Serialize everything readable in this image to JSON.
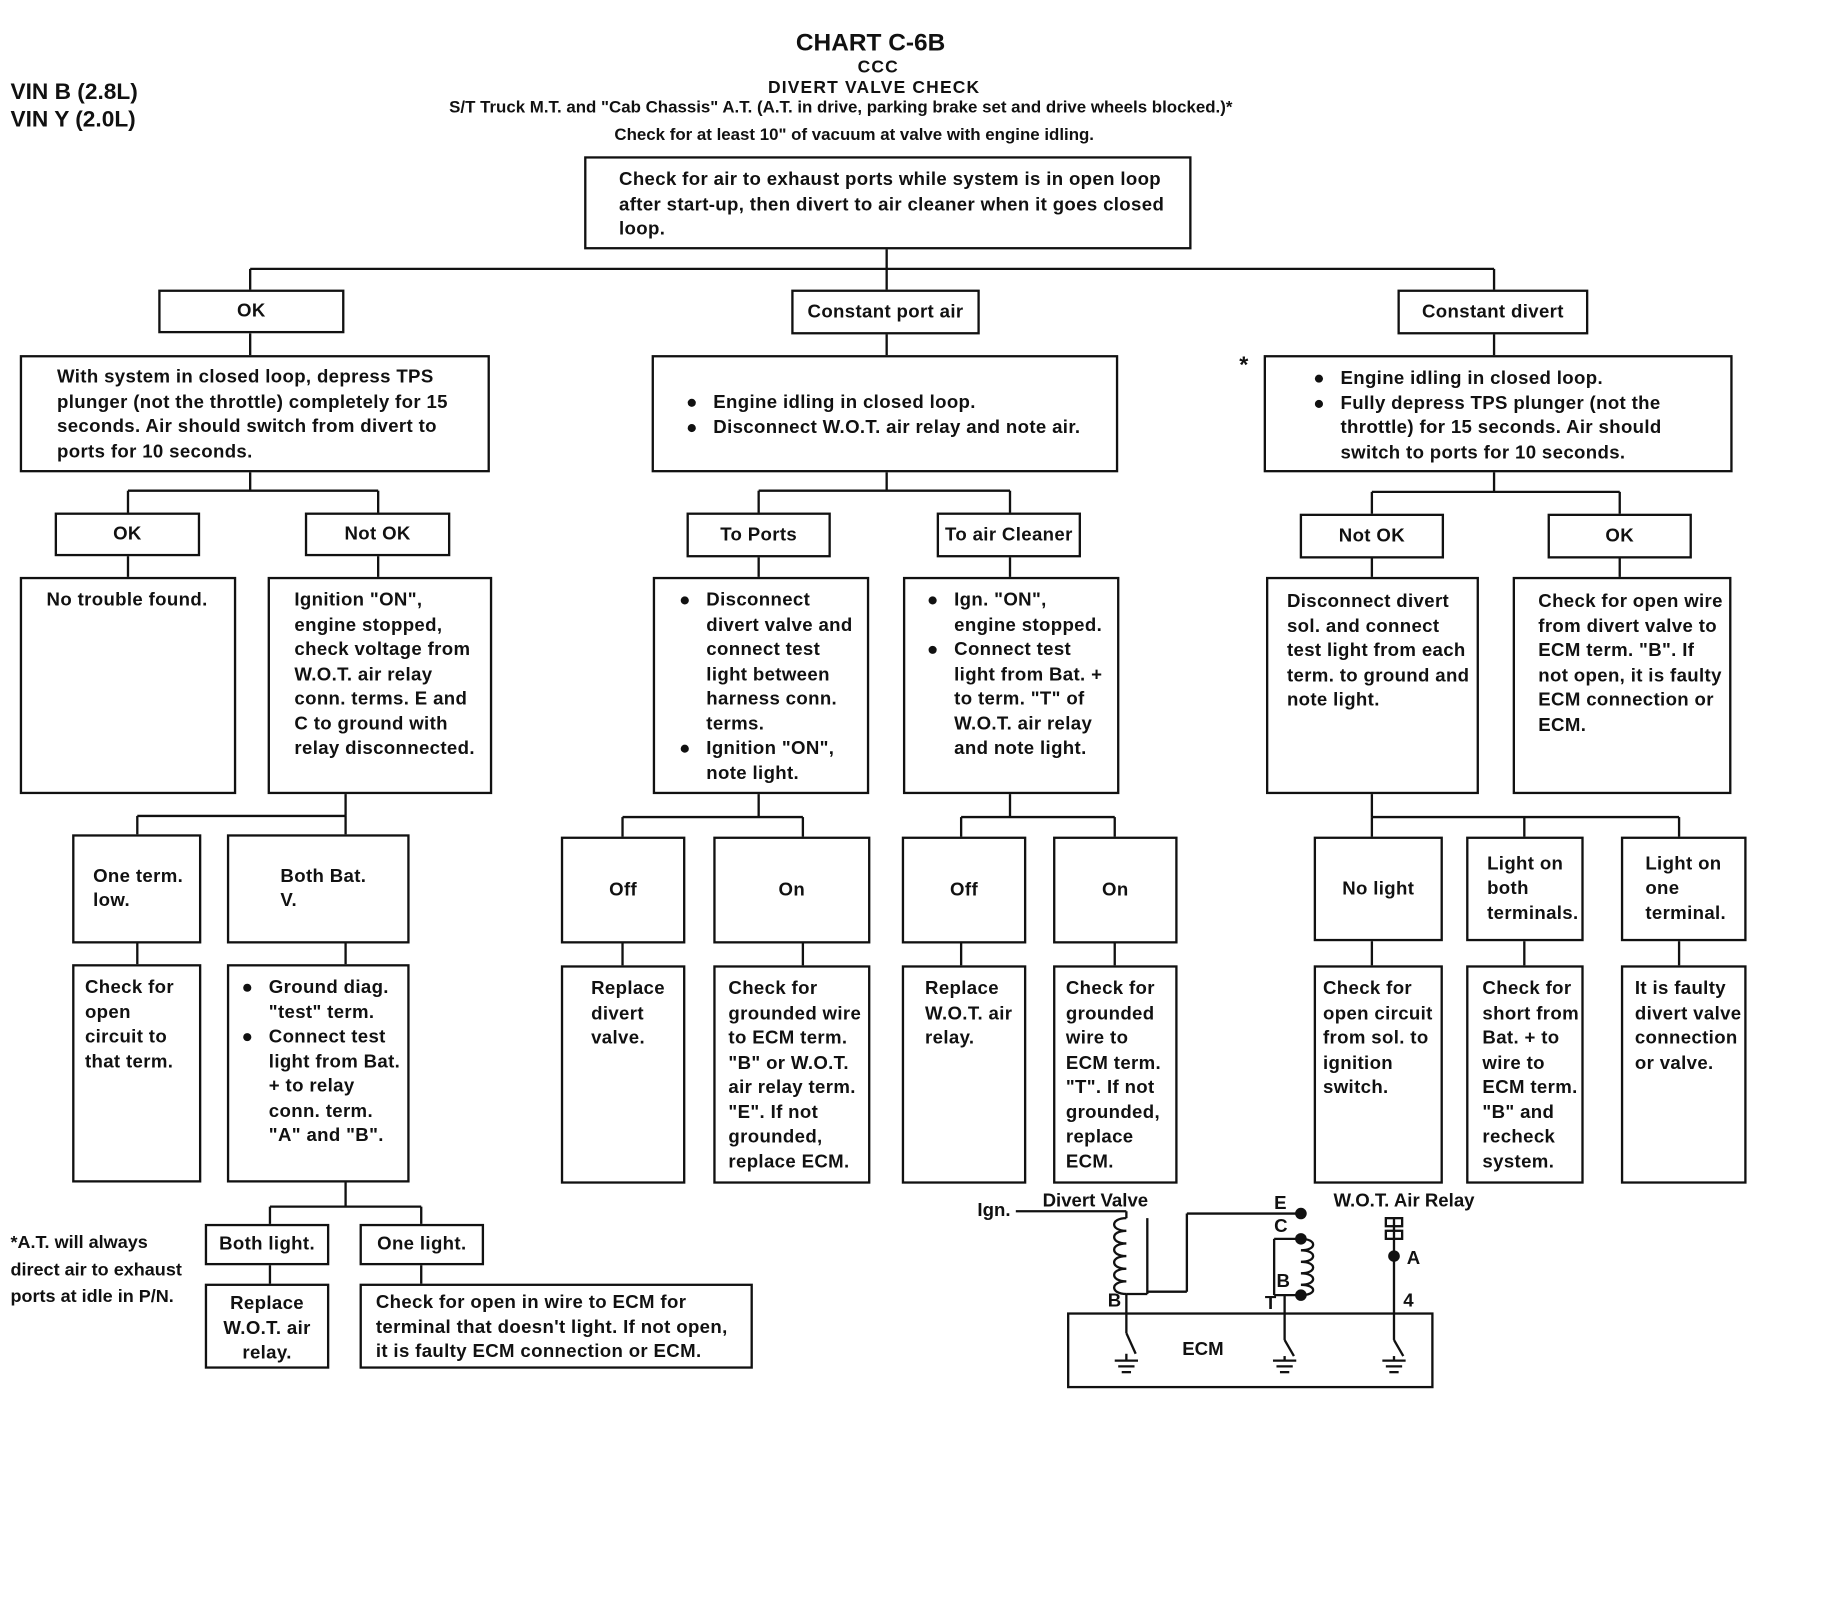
{
  "header": {
    "chart_id": "CHART C-6B",
    "system": "CCC",
    "title": "DIVERT VALVE CHECK",
    "subtitle": "S/T Truck M.T. and \"Cab Chassis\" A.T. (A.T. in drive, parking brake set and drive wheels blocked.)*",
    "instruction": "Check for at least 10\" of vacuum at valve with engine idling.",
    "vin_b": "VIN B (2.8L)",
    "vin_y": "VIN Y (2.0L)"
  },
  "top_box": "Check for air to exhaust ports while system is in open loop after start-up, then divert to air cleaner when it goes closed loop.",
  "left": {
    "ok_label": "OK",
    "step": "With system in closed loop, depress TPS plunger (not the throttle) completely for 15 seconds. Air should switch from divert to ports for 10 seconds.",
    "ok2_label": "OK",
    "not_ok_label": "Not OK",
    "no_trouble": "No trouble found.",
    "ignition_check": "Ignition \"ON\", engine stopped, check voltage from W.O.T. air relay conn. terms. E and C to ground with relay disconnected.",
    "one_term": "One term. low.",
    "both_bat": "Both Bat. V.",
    "check_open": "Check for open circuit to that term.",
    "ground_diag": [
      "Ground diag. \"test\" term.",
      "Connect test light from Bat. + to relay conn. term. \"A\" and \"B\"."
    ],
    "both_light": "Both light.",
    "one_light": "One light.",
    "replace_relay": "Replace W.O.T. air relay.",
    "check_open_wire": "Check for open in wire to ECM for terminal that doesn't light. If not open, it is faulty ECM connection or ECM."
  },
  "middle": {
    "label": "Constant port air",
    "step": [
      "Engine idling in closed loop.",
      "Disconnect W.O.T. air relay and note air."
    ],
    "to_ports": "To Ports",
    "to_cleaner": "To air Cleaner",
    "ports_check": [
      "Disconnect divert valve and connect test light between harness conn. terms.",
      "Ignition \"ON\", note light."
    ],
    "cleaner_check": [
      "Ign. \"ON\", engine stopped.",
      "Connect test light from Bat. + to term. \"T\" of W.O.T. air relay and note light."
    ],
    "off1": "Off",
    "on1": "On",
    "off2": "Off",
    "on2": "On",
    "replace_divert": "Replace divert valve.",
    "grounded_b": "Check for grounded wire to ECM term. \"B\" or W.O.T. air relay term. \"E\". If not grounded, replace ECM.",
    "replace_wot": "Replace W.O.T. air relay.",
    "grounded_t": "Check for grounded wire to ECM term. \"T\". If not grounded, replace ECM."
  },
  "right": {
    "label": "Constant divert",
    "asterisk": "*",
    "step": [
      "Engine idling in closed loop.",
      "Fully depress TPS plunger (not the throttle) for 15 seconds. Air should switch to ports for 10 seconds."
    ],
    "not_ok_label": "Not OK",
    "ok_label": "OK",
    "disconnect_sol": "Disconnect divert sol. and connect test light from each term. to ground and note light.",
    "check_open_ecm": "Check for open wire from divert valve to ECM term. \"B\". If not open, it is faulty ECM connection or ECM.",
    "no_light": "No light",
    "light_both": "Light on both terminals.",
    "light_one": "Light on one terminal.",
    "check_open_ign": "Check for open circuit from sol. to ignition switch.",
    "check_short": "Check for short from Bat. + to wire to ECM term. \"B\" and recheck system.",
    "faulty_valve": "It is faulty divert valve connection or valve."
  },
  "footnote": "*A.T. will always direct air to exhaust ports at idle in P/N.",
  "schematic": {
    "ign": "Ign.",
    "divert_valve": "Divert Valve",
    "wot_relay": "W.O.T. Air Relay",
    "ecm": "ECM",
    "term_e": "E",
    "term_c": "C",
    "term_b_relay": "B",
    "term_t": "T",
    "term_b_ecm": "B",
    "term_a": "A",
    "term_4": "4"
  }
}
